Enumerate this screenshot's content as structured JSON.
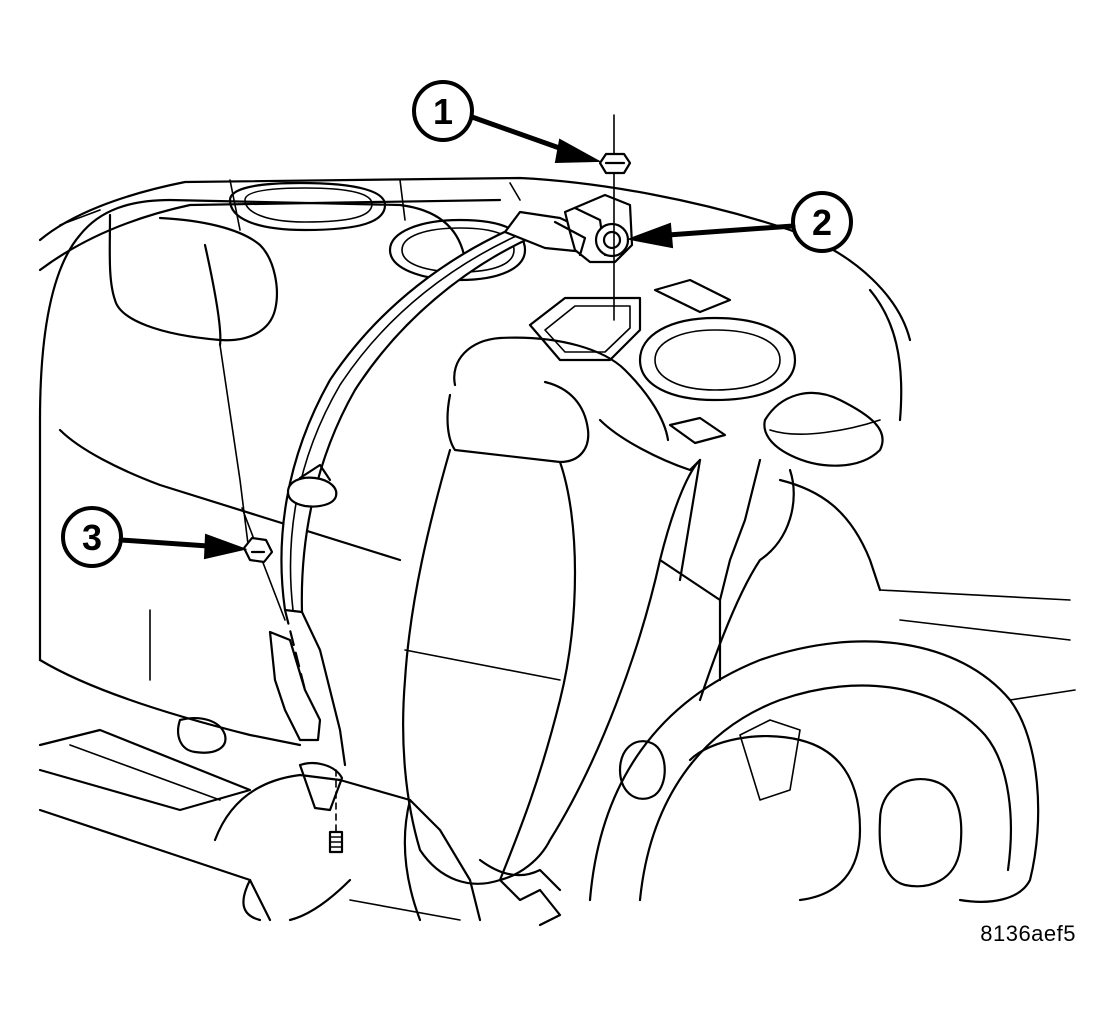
{
  "callouts": [
    {
      "id": "1",
      "label": "1"
    },
    {
      "id": "2",
      "label": "2"
    },
    {
      "id": "3",
      "label": "3"
    }
  ],
  "figure_code": "8136aef5"
}
